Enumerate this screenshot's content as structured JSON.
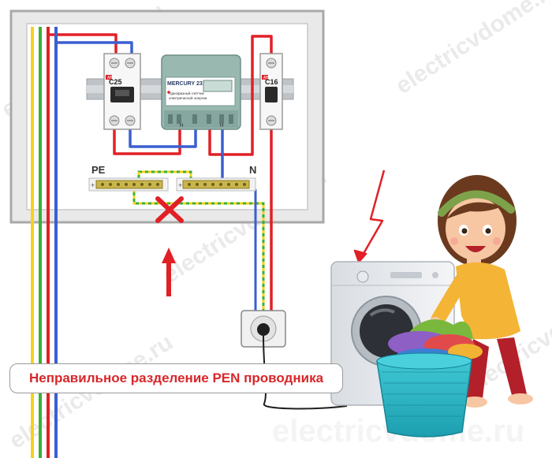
{
  "breakers": {
    "left_label": "C25",
    "right_label": "C16",
    "brand": "ABB"
  },
  "meter": {
    "brand": "MERCURY 231",
    "info_line_1": "Однофазный счётчик",
    "info_line_2": "электрической энергии",
    "terminal_label": "H"
  },
  "busbars": {
    "pe_label": "PE",
    "n_label": "N"
  },
  "caption": "Неправильное разделение PEN проводника",
  "watermark": "electricvdome.ru",
  "colors": {
    "phase": "#e12026",
    "neutral": "#3b5fd0",
    "pe_green": "#3cb034",
    "pe_yellow": "#f6d21a",
    "caption_text": "#d8262a"
  }
}
